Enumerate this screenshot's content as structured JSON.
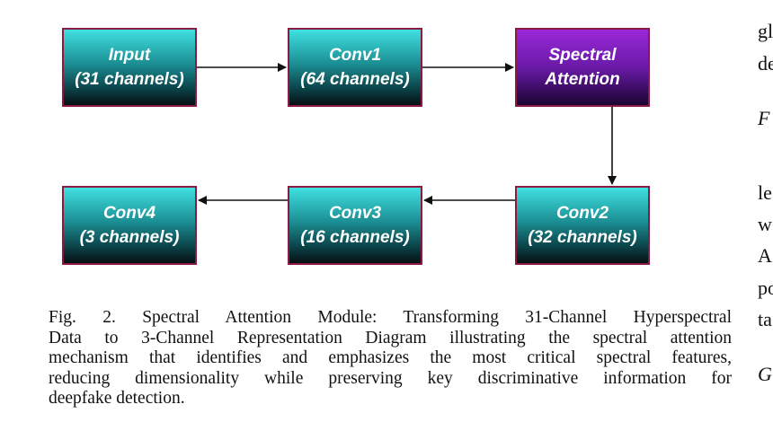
{
  "diagram": {
    "nodes": [
      {
        "id": "input",
        "title": "Input",
        "subtitle": "(31 channels)"
      },
      {
        "id": "conv1",
        "title": "Conv1",
        "subtitle": "(64 channels)"
      },
      {
        "id": "spec",
        "title": "Spectral Attention",
        "subtitle": ""
      },
      {
        "id": "conv2",
        "title": "Conv2",
        "subtitle": "(32 channels)"
      },
      {
        "id": "conv3",
        "title": "Conv3",
        "subtitle": "(16 channels)"
      },
      {
        "id": "conv4",
        "title": "Conv4",
        "subtitle": "(3 channels)"
      }
    ],
    "edges": [
      [
        "input",
        "conv1"
      ],
      [
        "conv1",
        "spec"
      ],
      [
        "spec",
        "conv2"
      ],
      [
        "conv2",
        "conv3"
      ],
      [
        "conv3",
        "conv4"
      ]
    ]
  },
  "caption": {
    "lines": [
      "Fig. 2.  Spectral Attention Module: Transforming 31-Channel Hyperspectral",
      "Data to 3-Channel Representation Diagram illustrating the spectral attention",
      "mechanism that identifies and emphasizes the most critical spectral features,",
      "reducing dimensionality while preserving key discriminative information for",
      "deepfake detection."
    ]
  },
  "right_column_fragments": [
    "gl",
    "de",
    "F",
    "le",
    "w",
    "A",
    "po",
    "ta",
    "G"
  ]
}
